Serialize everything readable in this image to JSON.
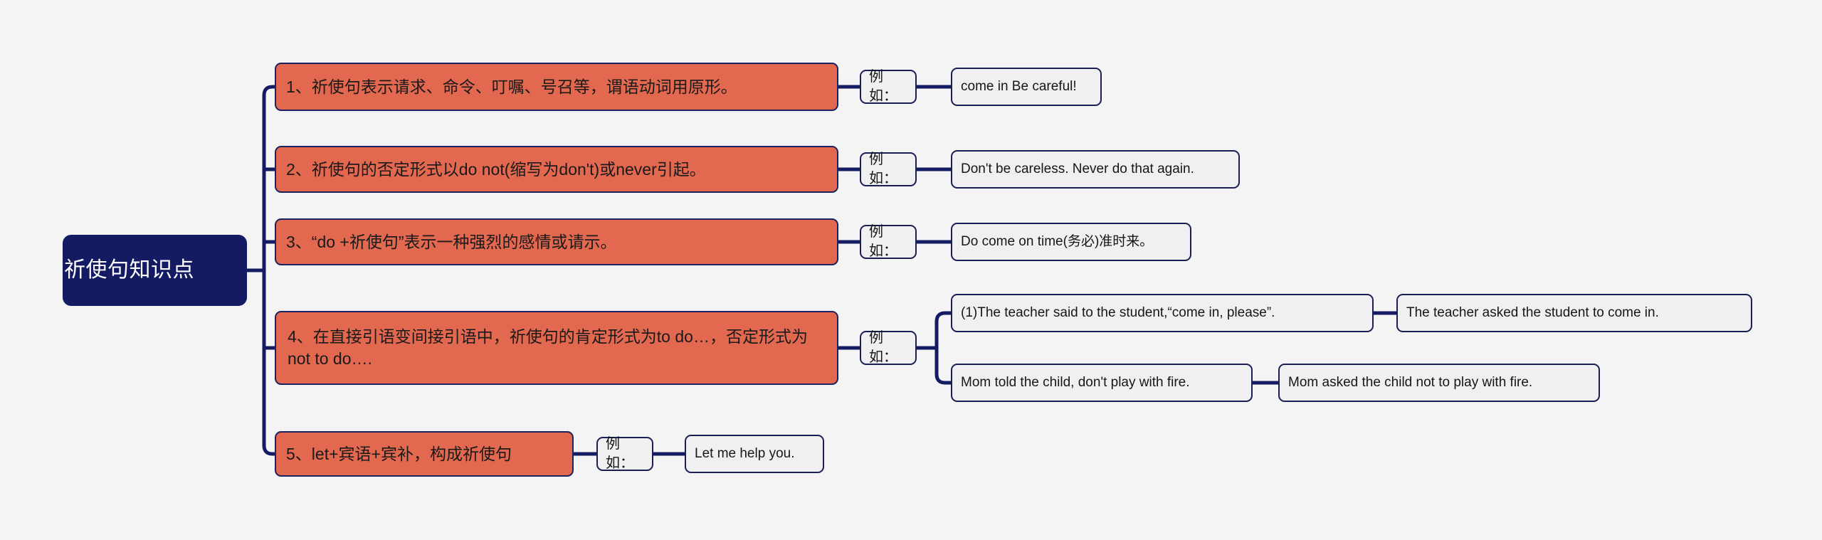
{
  "diagram": {
    "type": "mindmap",
    "title": "祈使句知识点",
    "background_color": "#f4f4f4",
    "root": {
      "label": "祈使句知识点",
      "fill_color": "#141b63",
      "text_color": "#ffffff"
    },
    "branch_style": {
      "fill_color": "#e2684f",
      "border_color": "#1c2260",
      "text_color": "#1a1a1a"
    },
    "note_style": {
      "fill_color": "#f0f0f0",
      "border_color": "#191f55",
      "text_color": "#16161a"
    },
    "example_label": "例如：",
    "branches": [
      {
        "id": 1,
        "label": "1、祈使句表示请求、命令、叮嘱、号召等，谓语动词用原形。",
        "example_label": "例如：",
        "examples": [
          {
            "text": "come in Be careful!",
            "result": null
          }
        ]
      },
      {
        "id": 2,
        "label": "2、祈使句的否定形式以do not(缩写为don't)或never引起。",
        "example_label": "例如：",
        "examples": [
          {
            "text": "Don't be careless. Never do that again.",
            "result": null
          }
        ]
      },
      {
        "id": 3,
        "label": "3、“do +祈使句”表示一种强烈的感情或请示。",
        "example_label": "例如：",
        "examples": [
          {
            "text": "Do come on time(务必)准时来。",
            "result": null
          }
        ]
      },
      {
        "id": 4,
        "label": "4、在直接引语变间接引语中，祈使句的肯定形式为to do…，否定形式为not to do….",
        "example_label": "例如：",
        "examples": [
          {
            "text": "(1)The teacher said to the student,“come in, please”.",
            "result": "The teacher asked the student to come in."
          },
          {
            "text": "Mom told the child, don't play with fire.",
            "result": "Mom asked the child not to play with fire."
          }
        ]
      },
      {
        "id": 5,
        "label": "5、let+宾语+宾补，构成祈使句",
        "example_label": "例如：",
        "examples": [
          {
            "text": "Let me help you.",
            "result": null
          }
        ]
      }
    ]
  }
}
